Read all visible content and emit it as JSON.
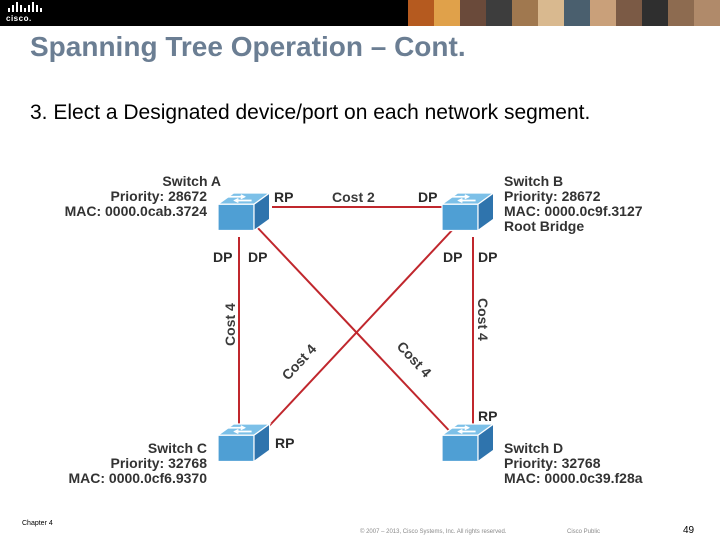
{
  "header": {
    "logo_text": "cisco."
  },
  "slide": {
    "title": "Spanning Tree Operation – Cont.",
    "point": "3. Elect a Designated device/port on each network segment."
  },
  "switches": {
    "a": {
      "name": "Switch A",
      "priority": "Priority: 28672",
      "mac": "MAC: 0000.0cab.3724"
    },
    "b": {
      "name": "Switch B",
      "priority": "Priority: 28672",
      "mac": "MAC: 0000.0c9f.3127",
      "role": "Root Bridge"
    },
    "c": {
      "name": "Switch C",
      "priority": "Priority: 32768",
      "mac": "MAC: 0000.0cf6.9370"
    },
    "d": {
      "name": "Switch D",
      "priority": "Priority: 32768",
      "mac": "MAC: 0000.0c39.f28a"
    }
  },
  "ports": {
    "a_right": "RP",
    "b_left": "DP",
    "a_down_left": "DP",
    "a_down_right": "DP",
    "b_down_left": "DP",
    "b_down_right": "DP",
    "c_right": "RP",
    "d_top": "RP"
  },
  "links": {
    "ab": "Cost 2",
    "ac": "Cost 4",
    "bd": "Cost 4",
    "bc": "Cost 4",
    "ad": "Cost 4"
  },
  "colors": {
    "link": "#c0272d",
    "switch_top": "#5aa7d8",
    "switch_side": "#2f74ad",
    "title": "#6b7e93"
  },
  "footer": {
    "chapter": "Chapter 4",
    "copyright": "© 2007 – 2013, Cisco Systems, Inc. All rights reserved.",
    "classification": "Cisco Public",
    "page": "49"
  }
}
